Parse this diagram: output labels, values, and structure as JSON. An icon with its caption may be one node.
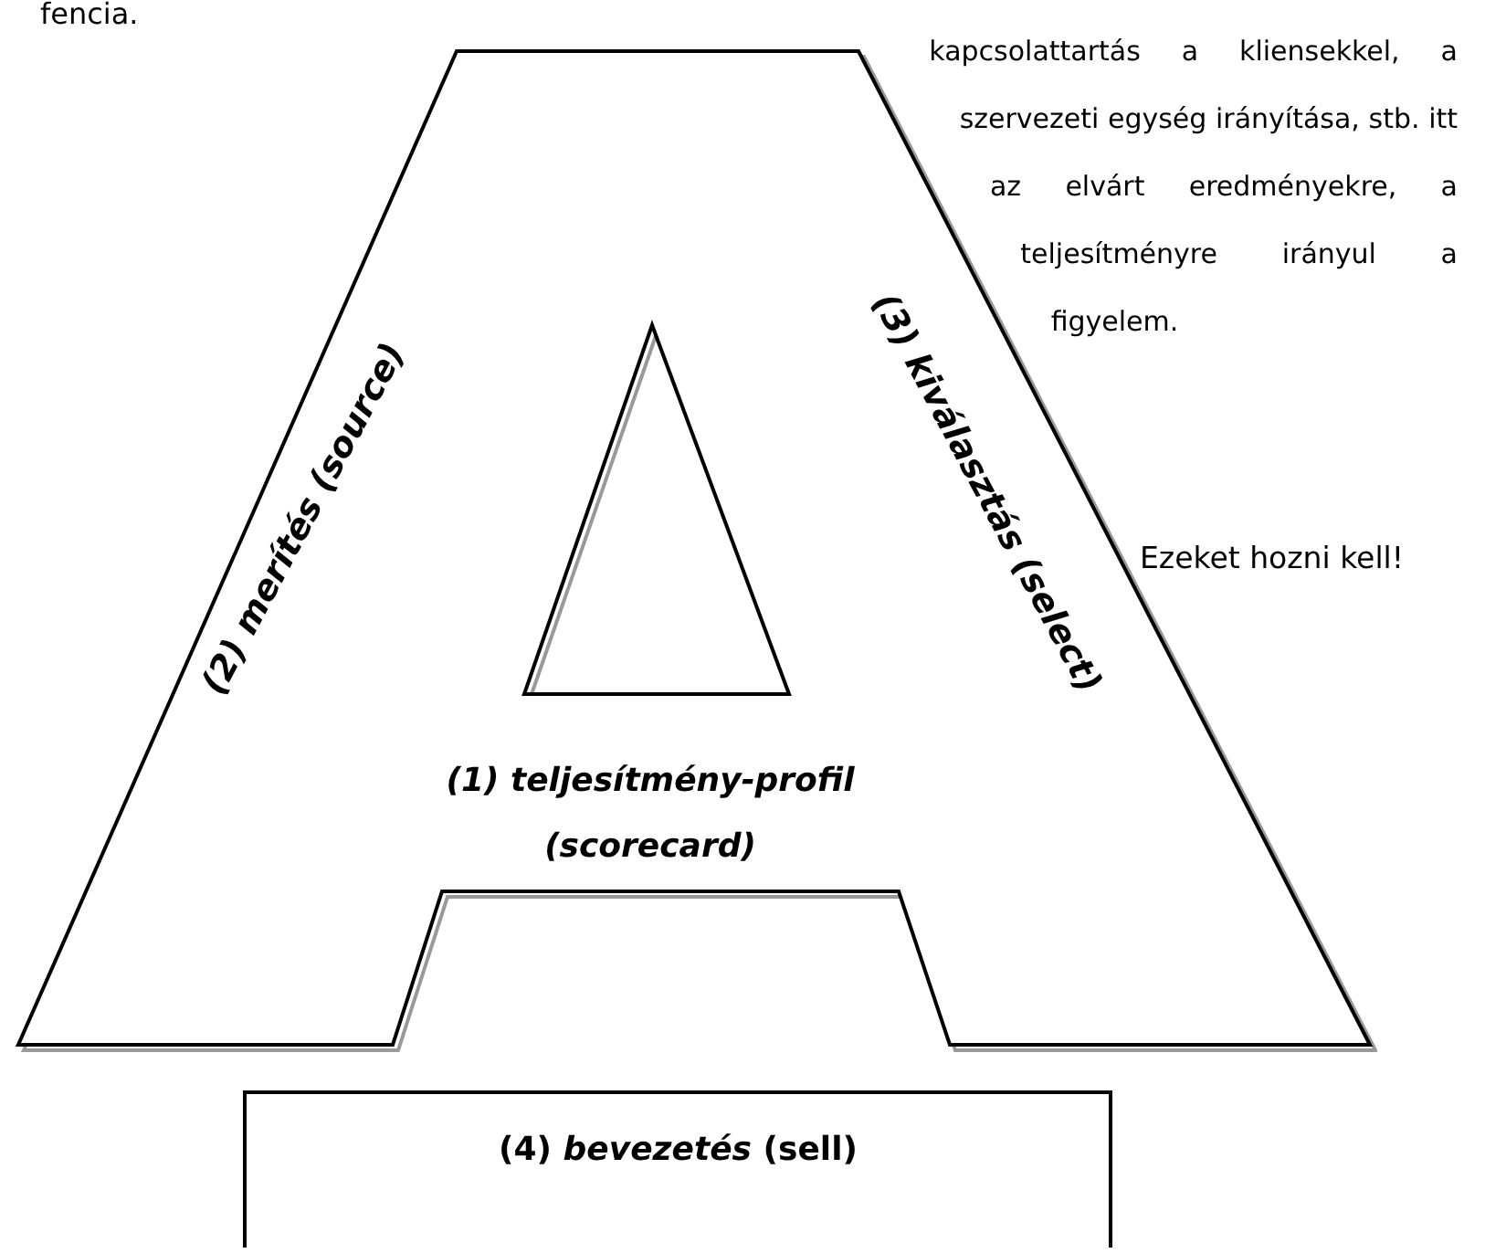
{
  "diagram": {
    "nodes": [
      {
        "text": [
          "(2) merítés (source)",
          "(3) kiválasztás (select)",
          "(1) teljesítmény-profil (scorecard)"
        ]
      },
      {
        "text": [
          "(4) *bevezetés* (sell)"
        ]
      }
    ],
    "labels": [
      "fencia.",
      "kapcsolattartás a kliensekkel, a szervezeti egység irányítása, stb. itt az elvárt eredményekre, a teljesítményre irányul a figyelem.",
      "Ezeket hozni kell!"
    ]
  }
}
